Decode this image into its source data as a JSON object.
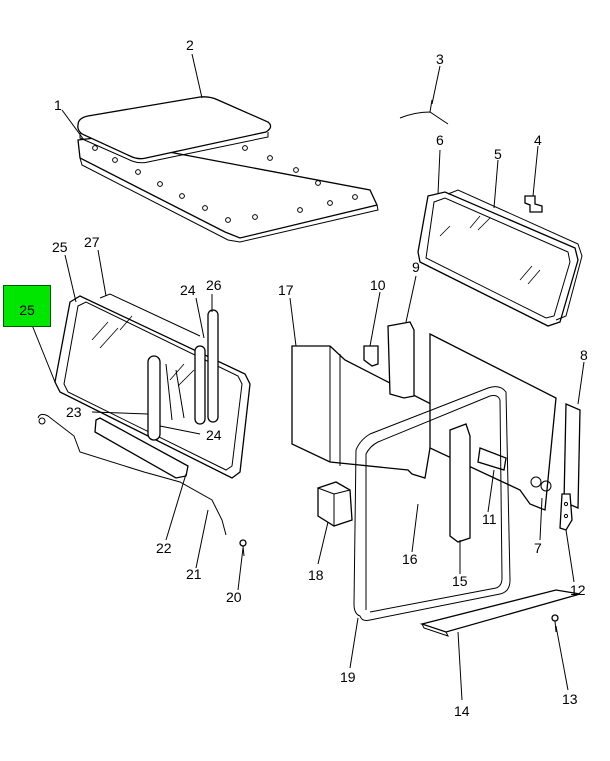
{
  "diagram": {
    "highlighted_part": "25",
    "callouts": [
      "1",
      "2",
      "3",
      "4",
      "5",
      "6",
      "7",
      "8",
      "9",
      "10",
      "11",
      "12",
      "13",
      "14",
      "15",
      "16",
      "17",
      "18",
      "19",
      "20",
      "21",
      "22",
      "23",
      "24",
      "24",
      "25",
      "26",
      "27"
    ],
    "colors": {
      "highlight": "#00e600",
      "ink": "#000000",
      "paper": "#ffffff"
    },
    "footer_left": "",
    "footer_right": ""
  }
}
